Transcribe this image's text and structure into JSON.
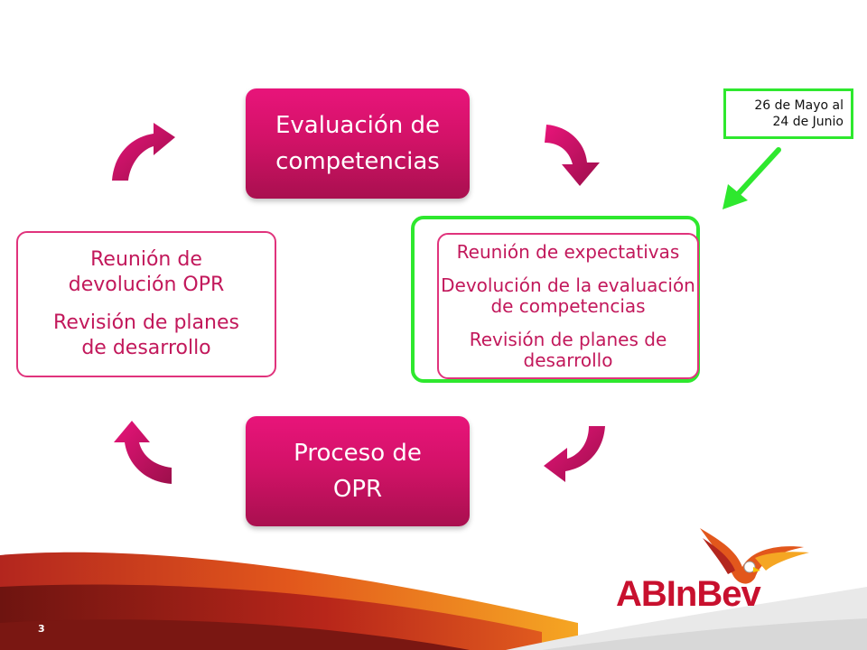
{
  "diagram": {
    "top": {
      "line1": "Evaluación de",
      "line2": "competencias"
    },
    "right": {
      "item1": "Reunión de expectativas",
      "item2_line1": "Devolución de la evaluación",
      "item2_line2": "de competencias",
      "item3_line1": "Revisión de planes de",
      "item3_line2": "desarrollo"
    },
    "bottom": {
      "line1": "Proceso de",
      "line2": "OPR"
    },
    "left": {
      "item1_line1": "Reunión de",
      "item1_line2": "devolución OPR",
      "item2_line1": "Revisión de planes",
      "item2_line2": "de desarrollo"
    }
  },
  "callout": {
    "line1": "26 de Mayo al",
    "line2": "24 de Junio",
    "color": "#2ee82e"
  },
  "footer": {
    "page_number": "3"
  },
  "logo": {
    "text": "ABInBev"
  },
  "colors": {
    "accent": "#d31268",
    "outline": "#e0337c",
    "highlight": "#2ee82e"
  }
}
